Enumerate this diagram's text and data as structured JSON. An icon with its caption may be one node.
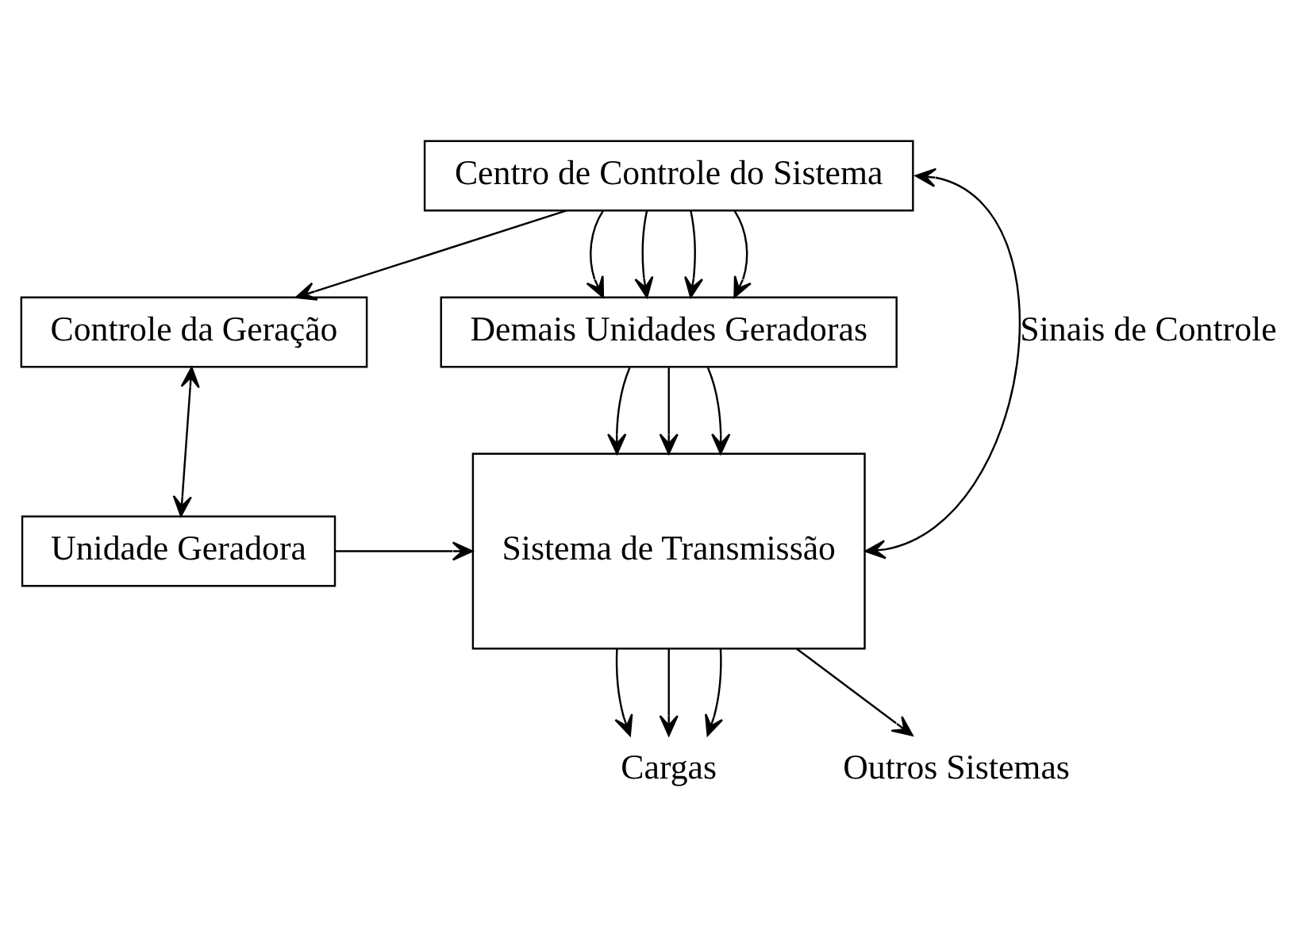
{
  "diagram": {
    "nodes": [
      {
        "text": [
          "Centro de Controle do Sistema"
        ]
      },
      {
        "text": [
          "Controle da Geração"
        ]
      },
      {
        "text": [
          "Demais Unidades Geradoras"
        ]
      },
      {
        "text": [
          "Unidade Geradora"
        ]
      },
      {
        "text": [
          "Sistema de Transmissão"
        ]
      },
      {
        "text": [
          "Cargas"
        ]
      },
      {
        "text": [
          "Outros Sistemas"
        ]
      }
    ],
    "edges": [
      {
        "from": 0,
        "to": 1,
        "arrow": "to"
      },
      {
        "from": 0,
        "to": 2,
        "arrow": "to"
      },
      {
        "from": 0,
        "to": 2,
        "arrow": "to"
      },
      {
        "from": 0,
        "to": 2,
        "arrow": "to"
      },
      {
        "from": 0,
        "to": 2,
        "arrow": "to"
      },
      {
        "from": 1,
        "to": 3,
        "arrow": "both"
      },
      {
        "from": 2,
        "to": 4,
        "arrow": "to"
      },
      {
        "from": 2,
        "to": 4,
        "arrow": "to"
      },
      {
        "from": 2,
        "to": 4,
        "arrow": "to"
      },
      {
        "from": 3,
        "to": 4,
        "arrow": "to"
      },
      {
        "from": 4,
        "to": 0,
        "arrow": "both",
        "label": "Sinais de Controle"
      },
      {
        "from": 4,
        "to": 5,
        "arrow": "to"
      },
      {
        "from": 4,
        "to": 5,
        "arrow": "to"
      },
      {
        "from": 4,
        "to": 5,
        "arrow": "to"
      },
      {
        "from": 4,
        "to": 6,
        "arrow": "to"
      }
    ]
  }
}
